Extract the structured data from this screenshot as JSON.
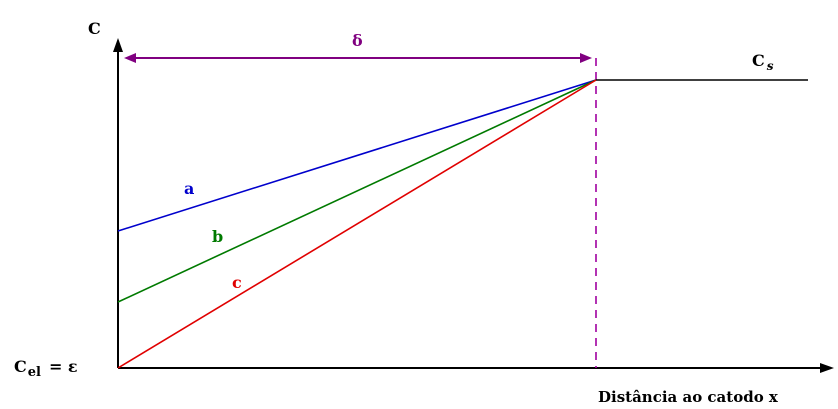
{
  "labels": {
    "y_axis": "C",
    "x_axis": "Distância ao catodo x",
    "delta": "δ",
    "cs_main": "C",
    "cs_sub": "s",
    "cel_main": "C",
    "cel_sub": "el",
    "cel_eq": "= ε",
    "line_a": "a",
    "line_b": "b",
    "line_c": "c"
  },
  "colors": {
    "axis": "#000000",
    "delta": "#800080",
    "line_a": "#0000cc",
    "line_b": "#007a00",
    "line_c": "#e00000",
    "cs_line": "#000000"
  },
  "icons": {
    "axis_arrows": "arrowhead-icon",
    "delta_arrows": "double-arrow-icon"
  }
}
